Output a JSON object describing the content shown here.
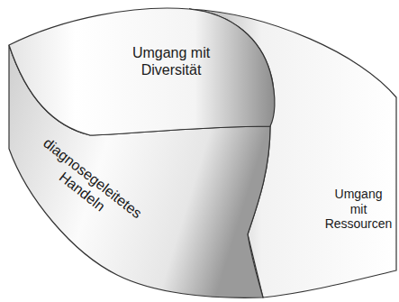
{
  "diagram": {
    "nodes": [
      {
        "text": [
          "Umgang mit Diversität"
        ]
      },
      {
        "text": [
          "diagnosegeleitetes Handeln"
        ]
      },
      {
        "text": [
          "Umgang mit Ressourcen"
        ]
      }
    ]
  }
}
